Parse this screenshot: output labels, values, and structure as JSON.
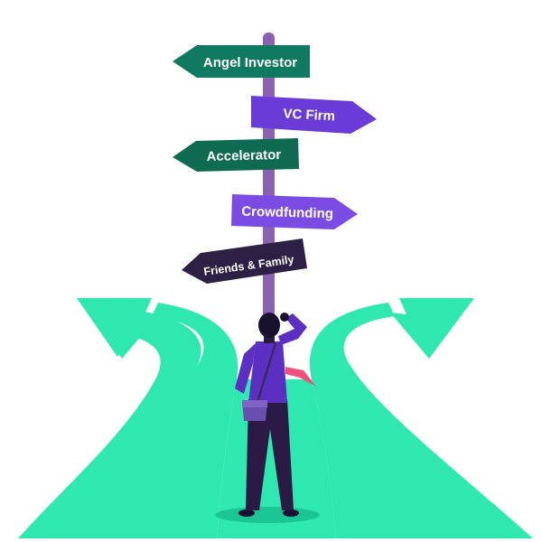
{
  "signpost": {
    "signs": [
      {
        "label": "Angel Investor",
        "color": "#0f7a5f"
      },
      {
        "label": "VC Firm",
        "color": "#6a3bd6"
      },
      {
        "label": "Accelerator",
        "color": "#0e6b52"
      },
      {
        "label": "Crowdfunding",
        "color": "#7b4ce3"
      },
      {
        "label": "Friends & Family",
        "color": "#2e1f45"
      }
    ],
    "pole_color": "#8a62b3"
  },
  "road": {
    "color": "#2ee8b0"
  },
  "person": {
    "shirt_color": "#5a2fc2",
    "pants_color": "#2a1a45",
    "tie_color": "#f0507a",
    "bag_color": "#6b4fb0"
  }
}
